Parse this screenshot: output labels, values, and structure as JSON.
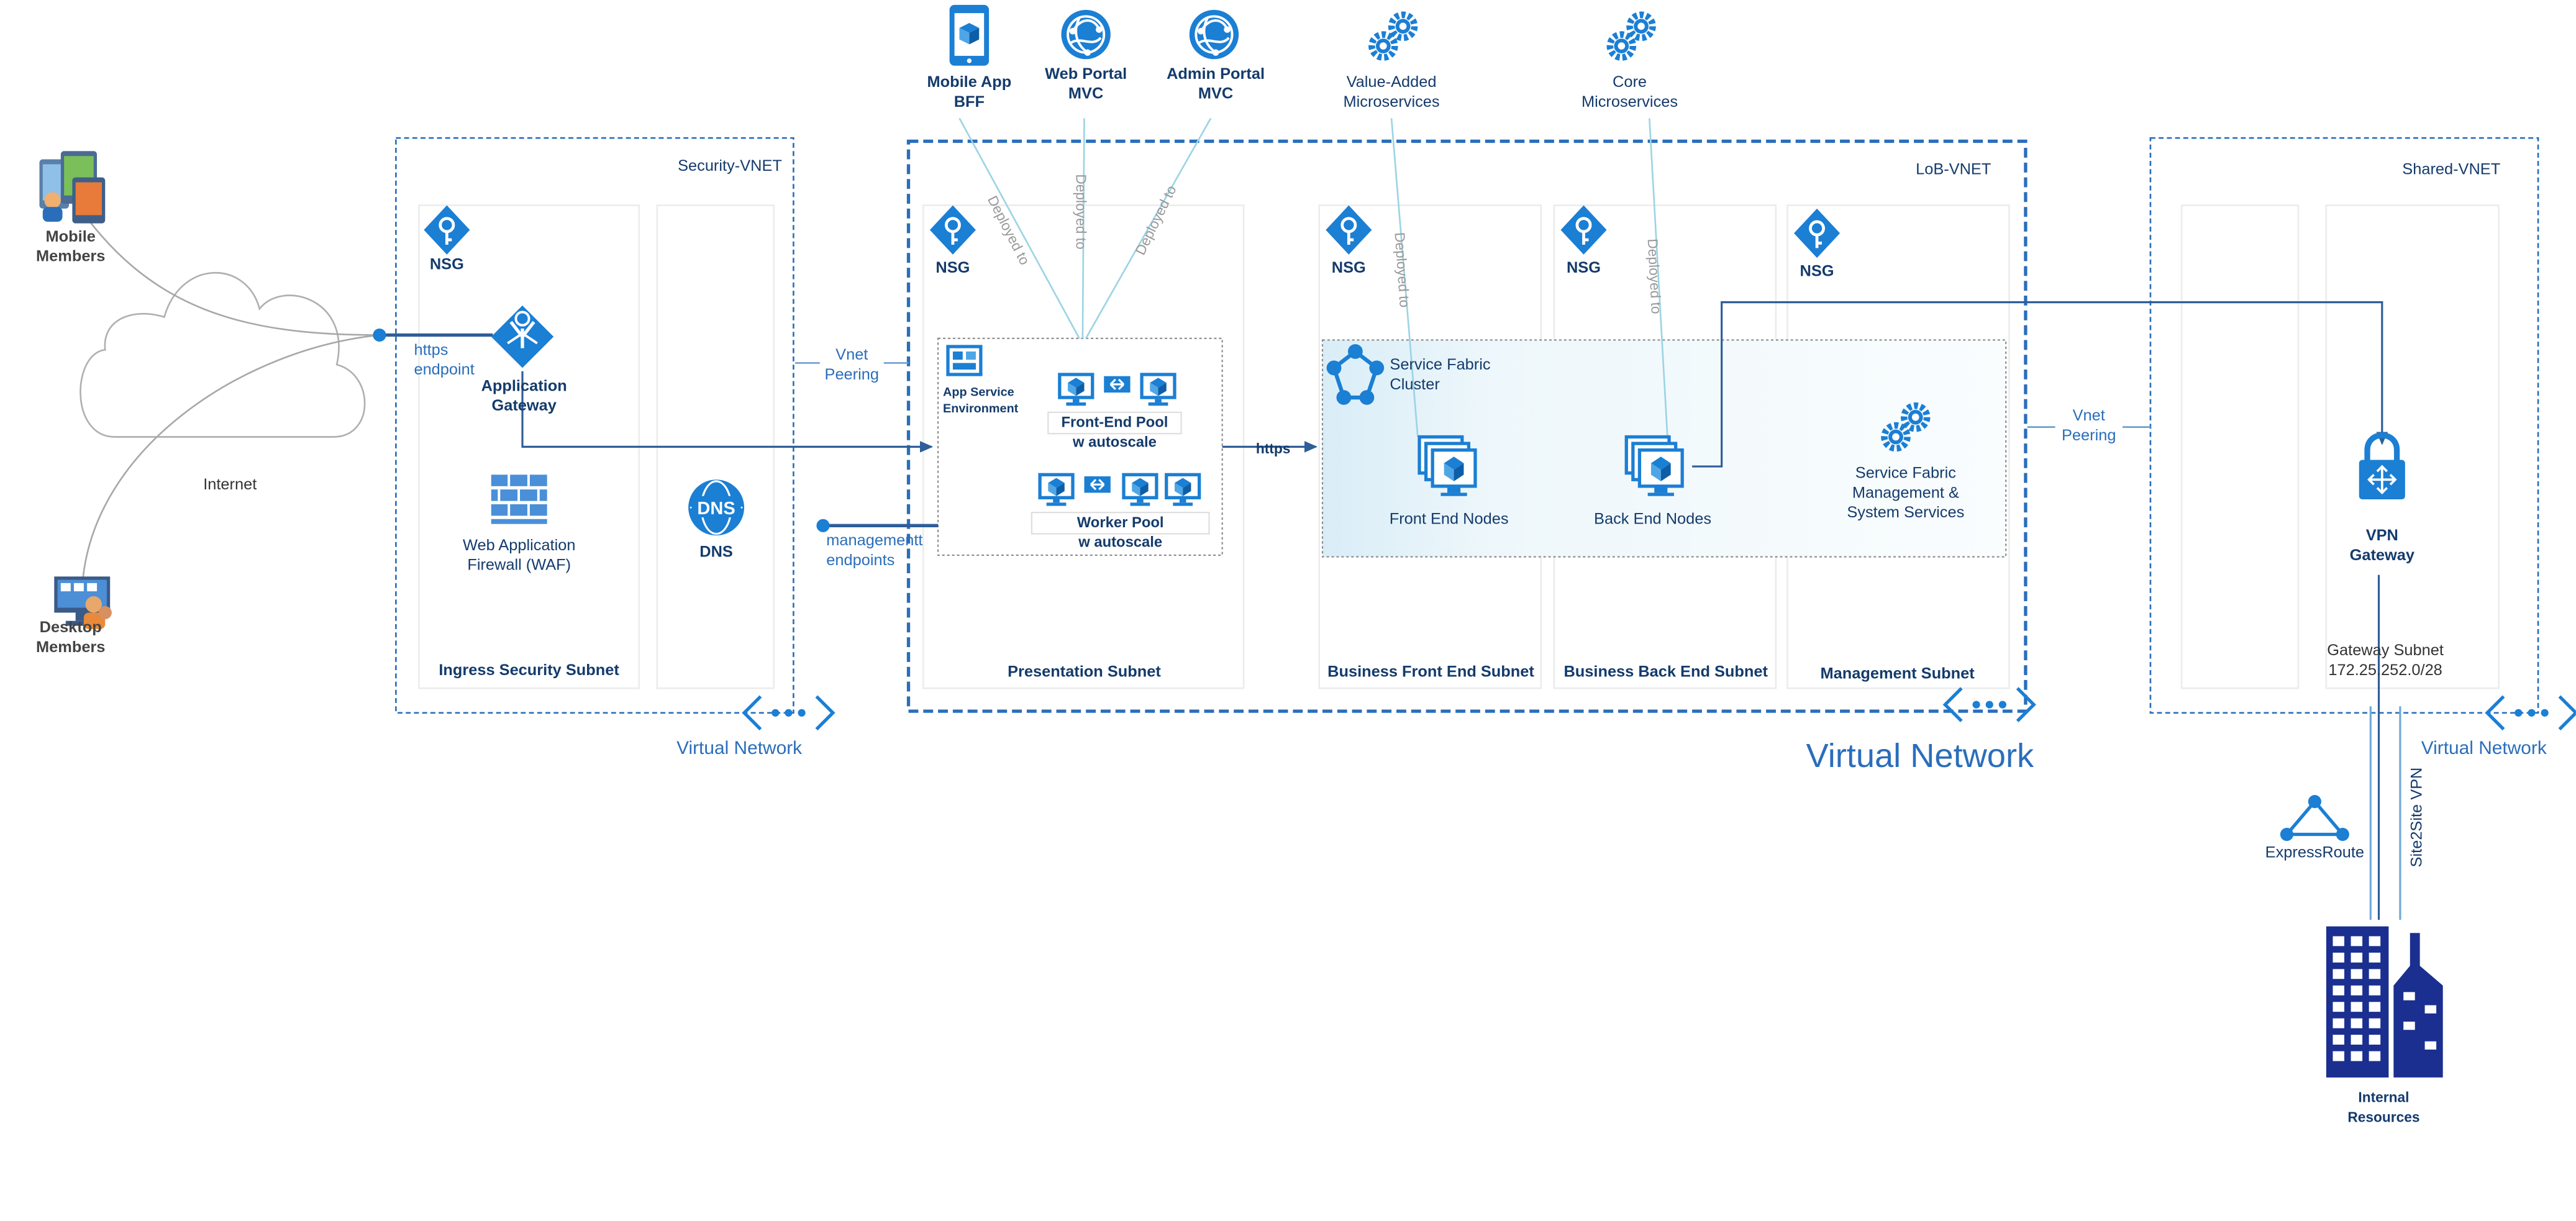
{
  "vnets": {
    "security": {
      "title": "Security-VNET",
      "caption": "Virtual Network"
    },
    "lob": {
      "title": "LoB-VNET",
      "caption": "Virtual Network"
    },
    "shared": {
      "title": "Shared-VNET",
      "caption": "Virtual Network"
    }
  },
  "actors": {
    "mobile": "Mobile\nMembers",
    "desktop": "Desktop\nMembers",
    "internet": "Internet"
  },
  "apps": {
    "mobile_app": "Mobile App\nBFF",
    "web_portal": "Web Portal\nMVC",
    "admin_portal": "Admin Portal\nMVC",
    "value_added": "Value-Added\nMicroservices",
    "core": "Core\nMicroservices"
  },
  "subnets": {
    "ingress": "Ingress Security Subnet",
    "presentation": "Presentation Subnet",
    "business_front": "Business Front End Subnet",
    "business_back": "Business Back End Subnet",
    "management": "Management Subnet",
    "gateway": "Gateway Subnet\n172.25.252.0/28"
  },
  "components": {
    "nsg": "NSG",
    "app_gateway": "Application\nGateway",
    "waf": "Web Application\nFirewall (WAF)",
    "dns": "DNS",
    "ase": "App Service\nEnvironment",
    "front_pool": "Front-End Pool\nw autoscale",
    "worker_pool": "Worker Pool\nw autoscale",
    "sf_cluster": "Service Fabric\nCluster",
    "front_nodes": "Front End Nodes",
    "back_nodes": "Back End Nodes",
    "sf_mgmt": "Service Fabric\nManagement &\nSystem Services",
    "vpn_gateway": "VPN\nGateway",
    "expressroute": "ExpressRoute",
    "internal": "Internal\nResources"
  },
  "connectors": {
    "https_endpoint": "https\nendpoint",
    "vnet_peering": "Vnet\nPeering",
    "management_endpoints": "managementt\nendpoints",
    "https": "https",
    "deployed_to": "Deployed to",
    "site2site": "Site2Site VPN"
  },
  "colors": {
    "accent": "#2a6ebb",
    "icon_blue": "#1b7fd4",
    "dark_navy": "#1a2f8f",
    "text_navy": "#143b6c",
    "line_grey": "#9a9a9a",
    "faint_line": "#9bd4e4"
  }
}
